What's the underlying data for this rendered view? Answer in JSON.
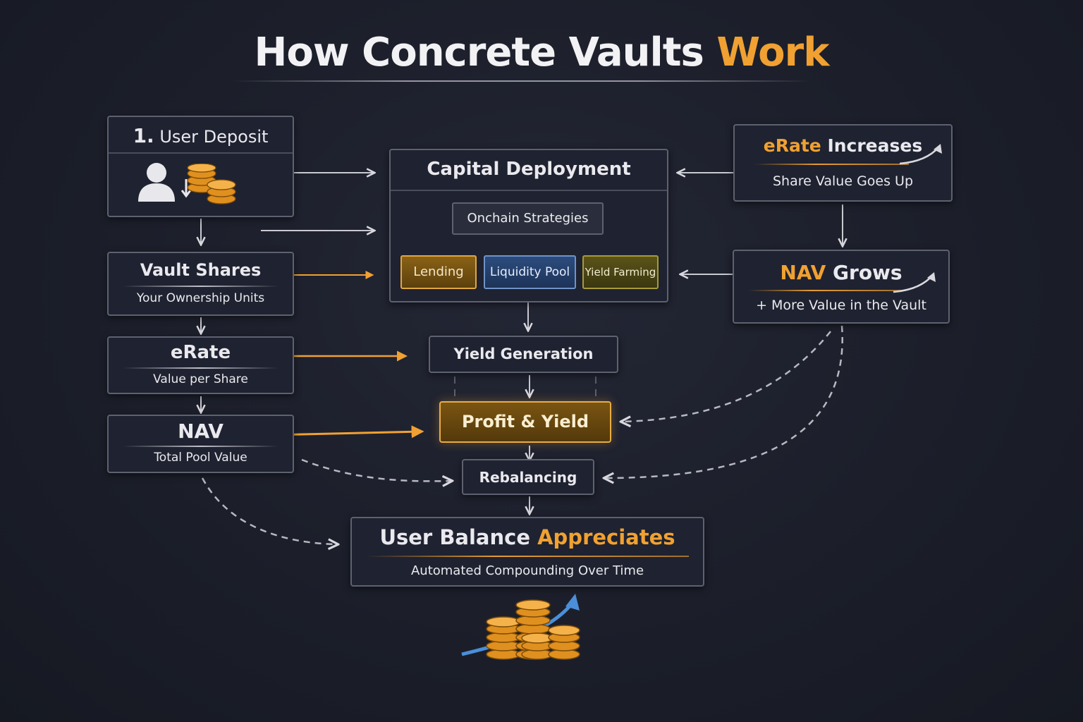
{
  "title": {
    "main": "How Concrete Vaults ",
    "accent": "Work"
  },
  "left": {
    "deposit": {
      "number": "1.",
      "label": "User Deposit"
    },
    "vault_shares": {
      "title": "Vault Shares",
      "subtitle": "Your Ownership Units"
    },
    "erate": {
      "title": "eRate",
      "subtitle": "Value per Share"
    },
    "nav": {
      "title": "NAV",
      "subtitle": "Total Pool Value"
    }
  },
  "center": {
    "capital_deployment": {
      "title": "Capital Deployment"
    },
    "onchain_strategies": "Onchain Strategies",
    "strategies": [
      {
        "label": "Lending",
        "color": "#c88a1e"
      },
      {
        "label": "Liquidity Pool",
        "color": "#2c4c7e"
      },
      {
        "label": "Yield Farming",
        "color": "#6b6420"
      }
    ],
    "yield_generation": "Yield Generation",
    "profit_yield": "Profit & Yield",
    "rebalancing": "Rebalancing",
    "balance": {
      "title_main": "User Balance ",
      "title_accent": "Appreciates",
      "subtitle": "Automated Compounding Over Time"
    }
  },
  "right": {
    "erate_increases": {
      "title_accent": "eRate",
      "title_main": " Increases",
      "subtitle": "Share Value Goes Up"
    },
    "nav_grows": {
      "title_accent": "NAV",
      "title_main": " Grows",
      "subtitle": "+ More Value in the Vault"
    }
  },
  "icons": [
    "user-icon",
    "coins-icon",
    "growth-coins-icon"
  ],
  "colors": {
    "accent": "#f0a132",
    "background": "#1b1e29",
    "border": "#5d6170",
    "blue": "#4a8fd8"
  }
}
